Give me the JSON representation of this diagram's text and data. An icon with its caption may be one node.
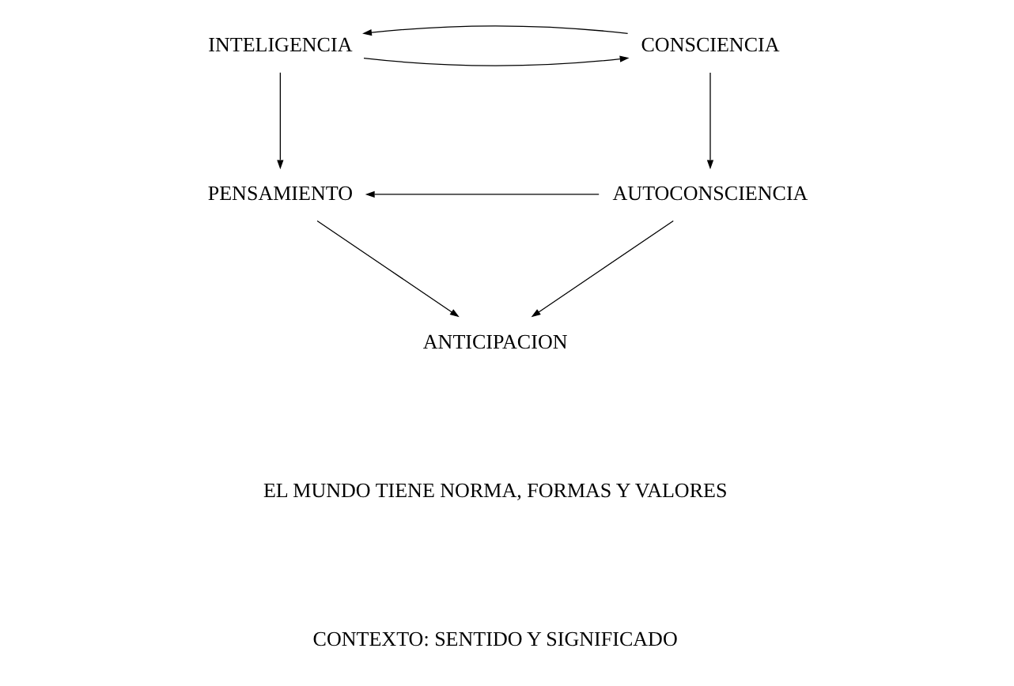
{
  "diagram": {
    "nodes": [
      {
        "text": [
          "INTELIGENCIA"
        ]
      },
      {
        "text": [
          "CONSCIENCIA"
        ]
      },
      {
        "text": [
          "PENSAMIENTO"
        ]
      },
      {
        "text": [
          "AUTOCONSCIENCIA"
        ]
      },
      {
        "text": [
          "ANTICIPACION"
        ]
      }
    ],
    "edges": [
      {
        "from": 0,
        "to": 1,
        "arrow": "to"
      },
      {
        "from": 1,
        "to": 0,
        "arrow": "to"
      },
      {
        "from": 0,
        "to": 2,
        "arrow": "to"
      },
      {
        "from": 1,
        "to": 3,
        "arrow": "to"
      },
      {
        "from": 3,
        "to": 2,
        "arrow": "to"
      },
      {
        "from": 2,
        "to": 4,
        "arrow": "to"
      },
      {
        "from": 3,
        "to": 4,
        "arrow": "to"
      }
    ],
    "labels": [
      "EL MUNDO TIENE NORMA, FORMAS Y VALORES",
      "CONTEXTO: SENTIDO Y SIGNIFICADO"
    ]
  }
}
